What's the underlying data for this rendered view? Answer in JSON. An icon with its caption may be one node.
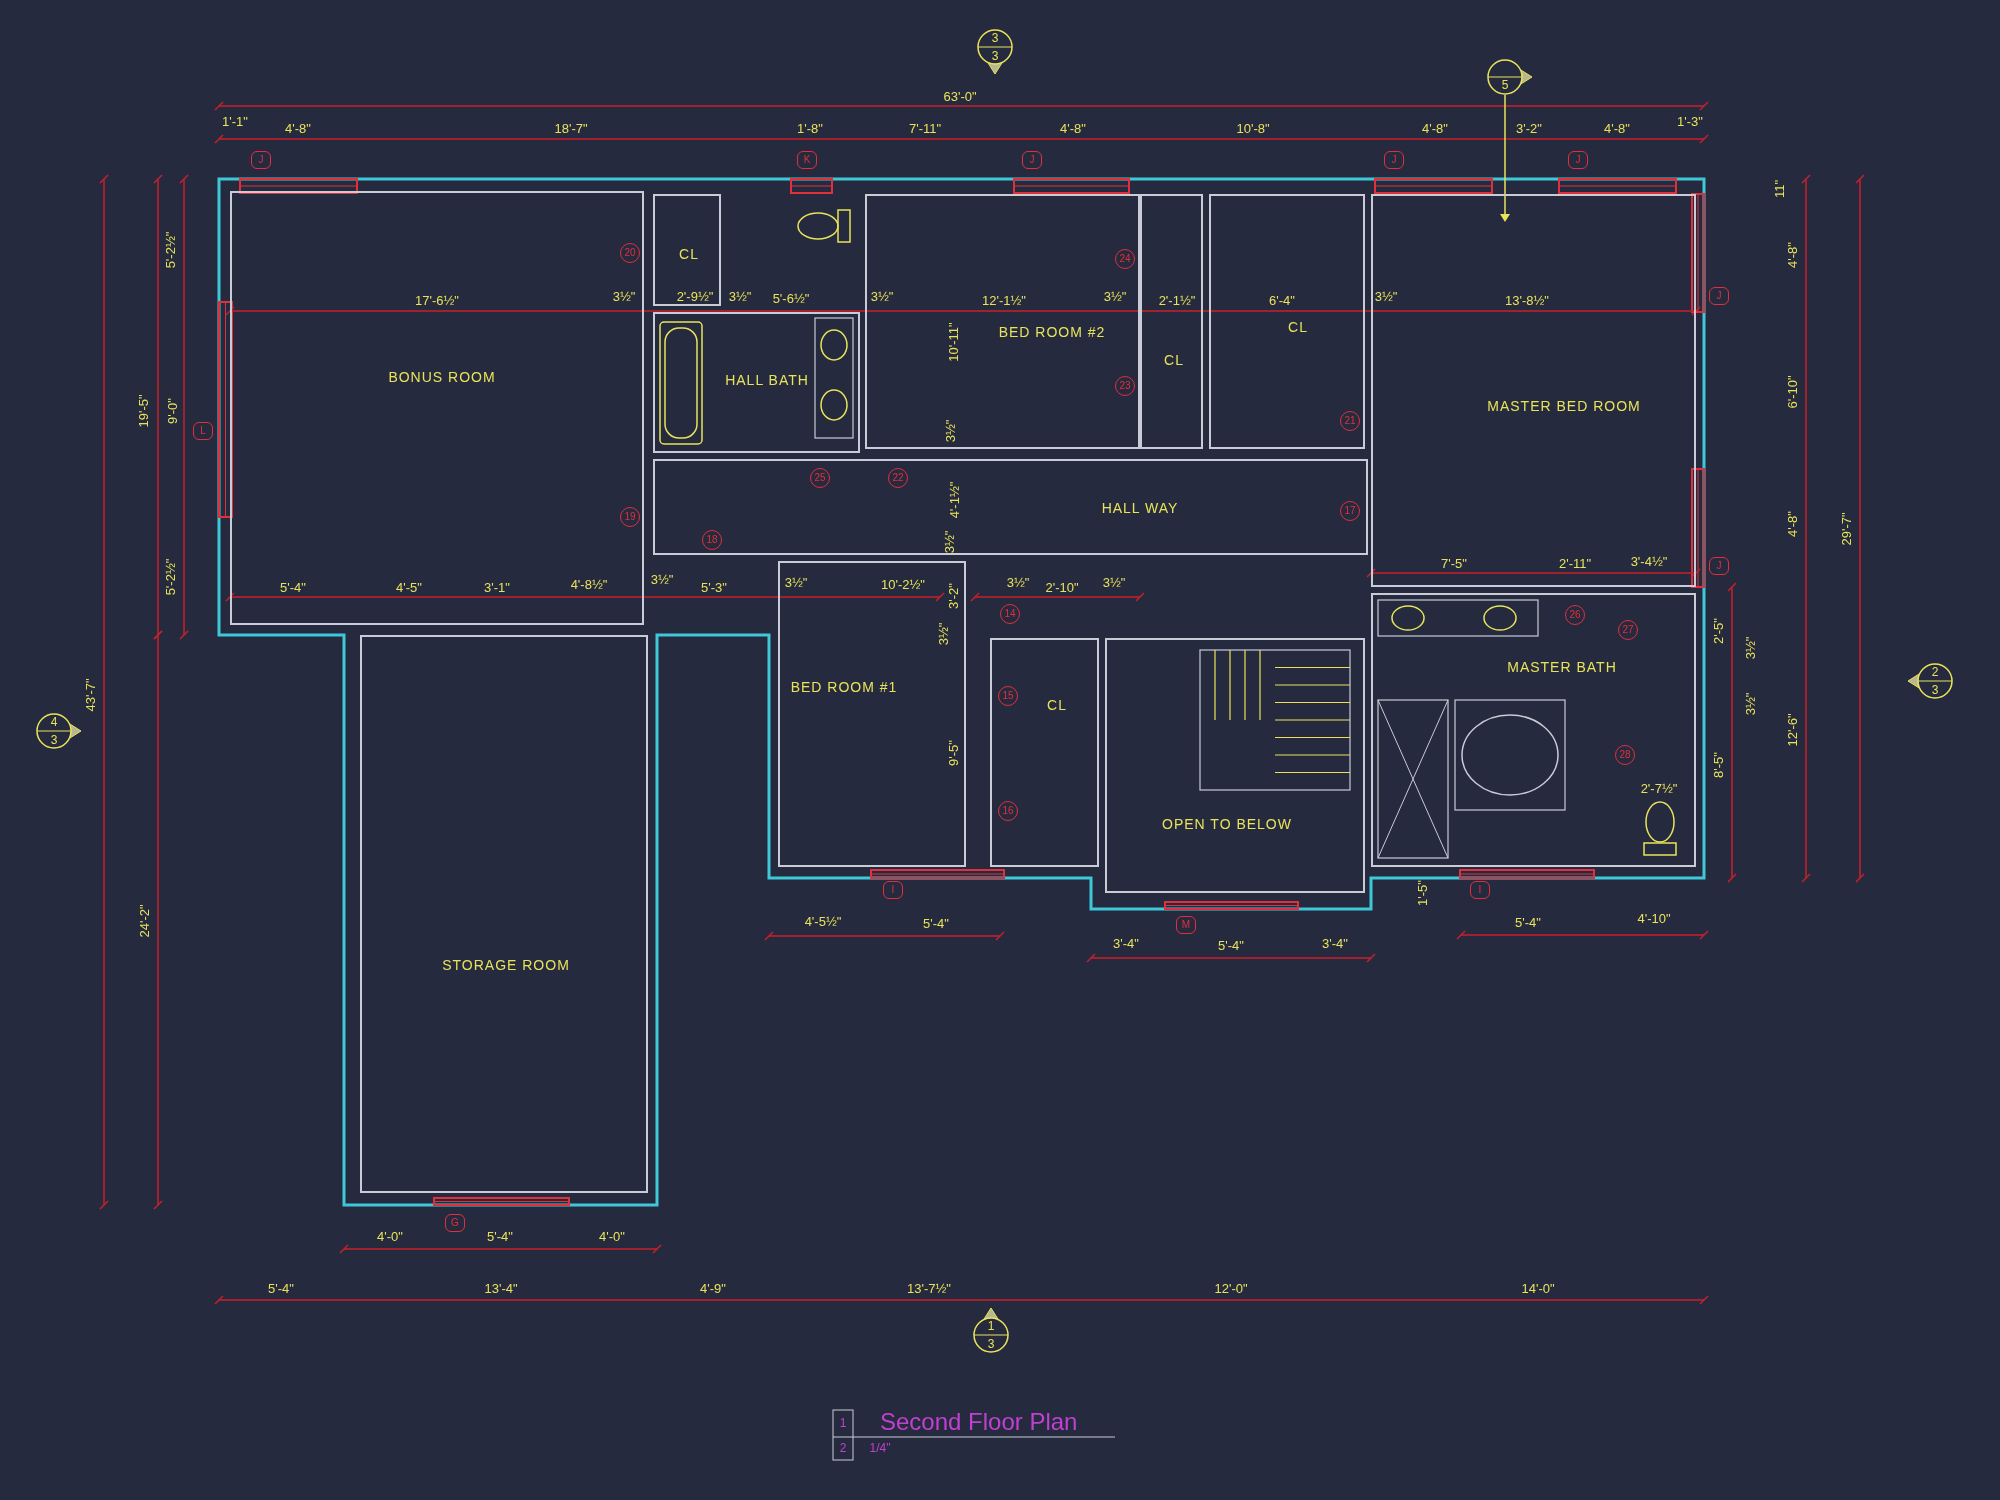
{
  "diagram": {
    "title": "Second Floor Plan",
    "nodes": [
      {
        "text": [
          "BONUS ROOM"
        ]
      },
      {
        "text": [
          "CL"
        ]
      },
      {
        "text": [
          "HALL BATH"
        ]
      },
      {
        "text": [
          "BED ROOM #2"
        ]
      },
      {
        "text": [
          "CL"
        ]
      },
      {
        "text": [
          "CL"
        ]
      },
      {
        "text": [
          "MASTER BED ROOM"
        ]
      },
      {
        "text": [
          "HALL WAY"
        ]
      },
      {
        "text": [
          "BED ROOM #1"
        ]
      },
      {
        "text": [
          "CL"
        ]
      },
      {
        "text": [
          "OPEN TO BELOW"
        ]
      },
      {
        "text": [
          "MASTER BATH"
        ]
      },
      {
        "text": [
          "STORAGE ROOM"
        ]
      }
    ],
    "labels": [
      "3",
      "3",
      "5",
      "63'-0\"",
      "1'-1\"",
      "4'-8\"",
      "18'-7\"",
      "1'-8\"",
      "7'-11\"",
      "4'-8\"",
      "10'-8\"",
      "4'-8\"",
      "3'-2\"",
      "4'-8\"",
      "1'-3\"",
      "J",
      "K",
      "J",
      "J",
      "J",
      "11\"",
      "4'-8\"",
      "6'-10\"",
      "4'-8\"",
      "29'-7\"",
      "5'-2½\"",
      "9'-0\"",
      "5'-2½\"",
      "19'-5\"",
      "43'-7\"",
      "L",
      "20",
      "17'-6½\"",
      "3½\"",
      "2'-9½\"",
      "3½\"",
      "5'-6½\"",
      "3½\"",
      "12'-1½\"",
      "3½\"",
      "2'-1½\"",
      "6'-4\"",
      "3½\"",
      "13'-8½\"",
      "J",
      "24",
      "10'-11\"",
      "23",
      "21",
      "25",
      "22",
      "3½\"",
      "4'-1½\"",
      "19",
      "17",
      "3½\"",
      "18",
      "7'-5\"",
      "2'-11\"",
      "3'-4½\"",
      "J",
      "5'-4\"",
      "4'-5\"",
      "3'-1\"",
      "4'-8½\"",
      "3½\"",
      "5'-3\"",
      "3½\"",
      "10'-2½\"",
      "3½\"",
      "2'-10\"",
      "3½\"",
      "3'-2\"",
      "26",
      "27",
      "14",
      "2'-5\"",
      "3½\"",
      "3½\"",
      "15",
      "4",
      "3",
      "2",
      "3",
      "3½\"",
      "12'-6\"",
      "9'-5\"",
      "28",
      "8'-5\"",
      "2'-7½\"",
      "16",
      "I",
      "1'-5\"",
      "I",
      "24'-2\"",
      "4'-5½\"",
      "5'-4\"",
      "M",
      "5'-4\"",
      "4'-10\"",
      "3'-4\"",
      "5'-4\"",
      "3'-4\"",
      "G",
      "4'-0\"",
      "5'-4\"",
      "4'-0\"",
      "5'-4\"",
      "13'-4\"",
      "4'-9\"",
      "13'-7½\"",
      "12'-0\"",
      "14'-0\"",
      "1",
      "3",
      "1",
      "2",
      "1/4\""
    ]
  }
}
